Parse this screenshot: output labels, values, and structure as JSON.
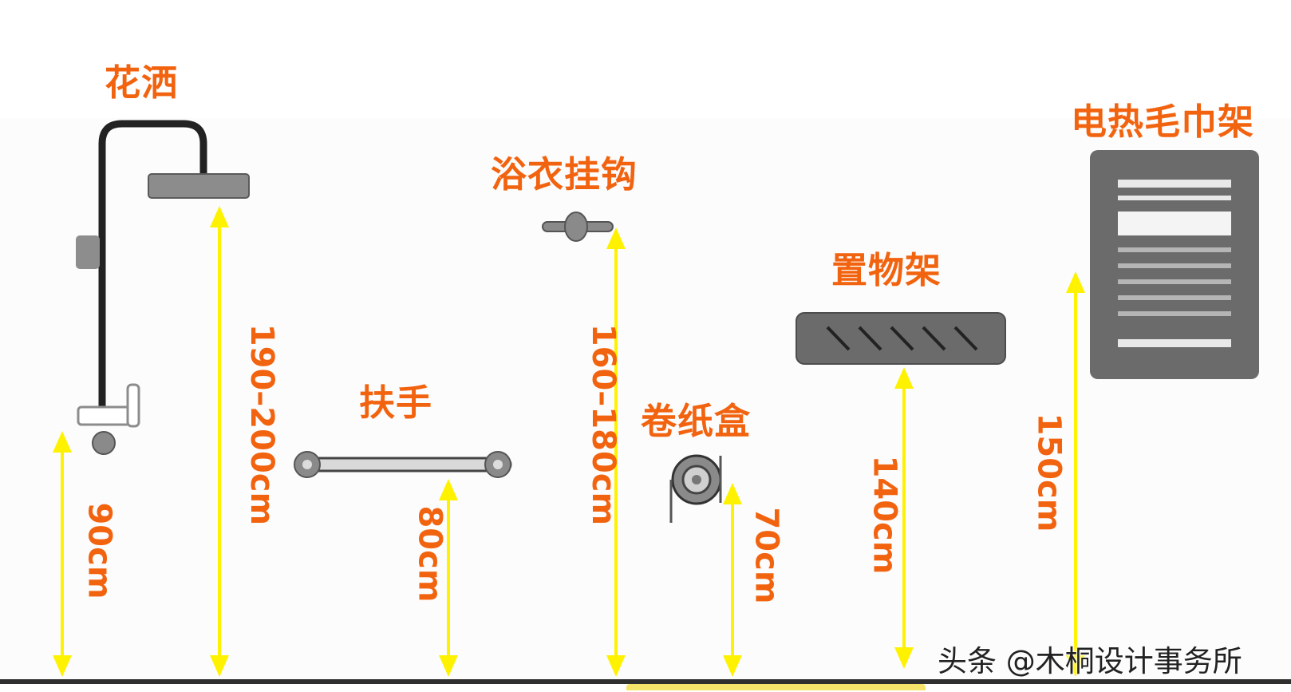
{
  "labels": {
    "shower": "花洒",
    "robe_hook": "浴衣挂钩",
    "towel_rack": "电热毛巾架",
    "shelf": "置物架",
    "handrail": "扶手",
    "paper_box": "卷纸盒"
  },
  "dimensions": {
    "shower_head": "190–200cm",
    "shower_mixer": "90cm",
    "handrail": "80cm",
    "robe_hook": "160–180cm",
    "paper_box": "70cm",
    "shelf": "140cm",
    "towel_rack": "150cm"
  },
  "watermark": "头条 @木桐设计事务所",
  "colors": {
    "label": "#f2630f",
    "arrow": "#fff200",
    "fixture": "#6b6b6b",
    "floor": "#2f2f2f"
  }
}
